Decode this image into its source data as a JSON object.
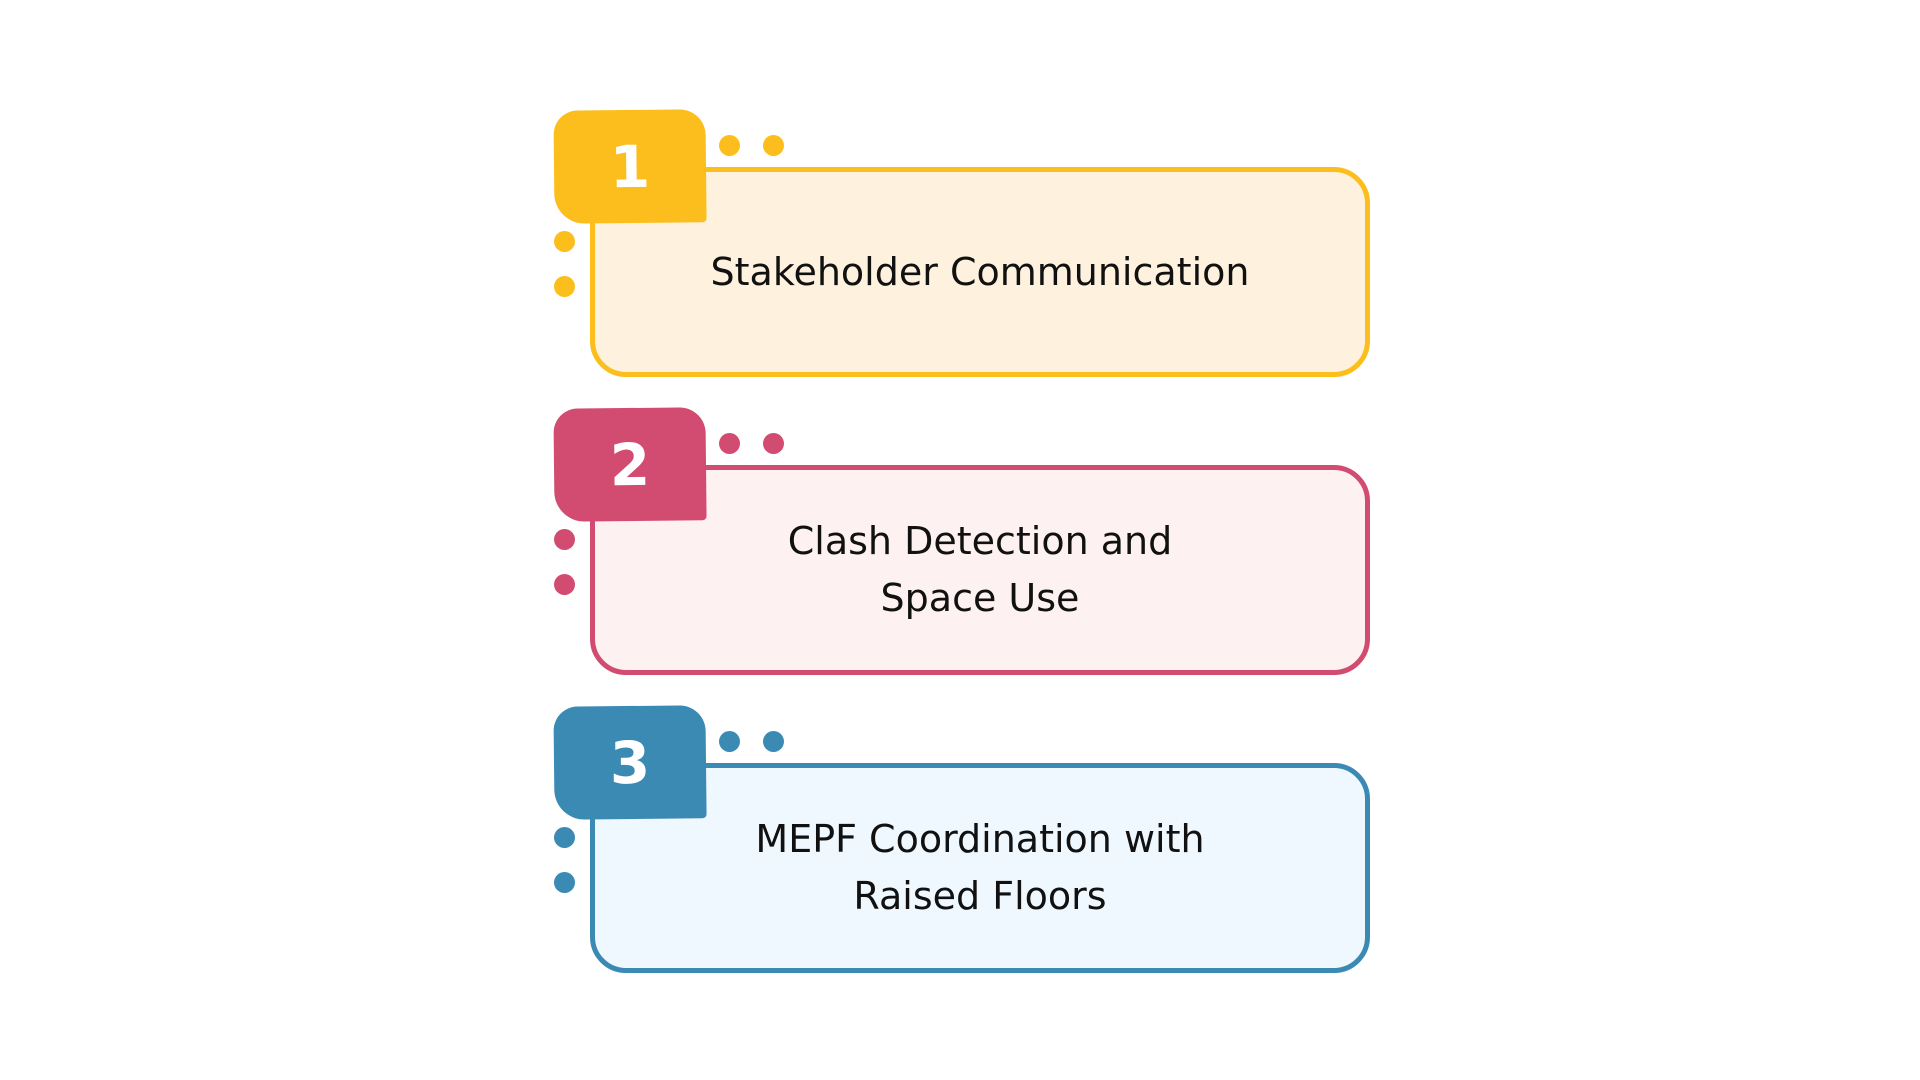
{
  "steps": [
    {
      "number": "1",
      "label": "Stakeholder Communication",
      "accent": "#FBBE1C",
      "fill": "#FEF2DF"
    },
    {
      "number": "2",
      "label": "Clash Detection and\nSpace Use",
      "accent": "#D24B70",
      "fill": "#FDF1F1"
    },
    {
      "number": "3",
      "label": "MEPF Coordination with\nRaised Floors",
      "accent": "#3A8AB4",
      "fill": "#EFF8FE"
    }
  ]
}
